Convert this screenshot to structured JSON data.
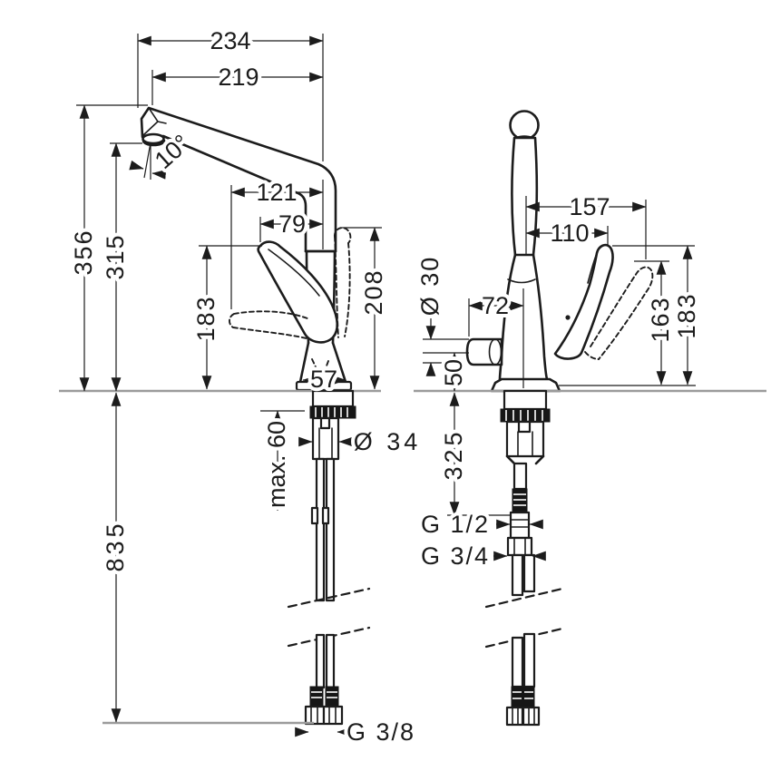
{
  "drawing": {
    "side": {
      "spout_reach_total": "234",
      "spout_reach": "219",
      "spout_angle": "10°",
      "handle_offset_total": "121",
      "handle_offset": "79",
      "height_total": "356",
      "height_to_aerator": "315",
      "handle_height": "183",
      "handle_height_max": "208",
      "base_width": "57",
      "mounting_depth_max": "max. 60",
      "shank_diameter": "Ø 34",
      "hose_length": "835",
      "hose_thread": "G 3/8"
    },
    "front": {
      "handle_reach_max": "157",
      "handle_reach": "110",
      "outlet_diameter": "Ø 30",
      "outlet_offset": "72",
      "outlet_height": "50",
      "connection_depth": "325",
      "thread_upper": "G 1/2",
      "thread_lower": "G 3/4",
      "handle_height": "163",
      "handle_height_max": "183"
    }
  }
}
